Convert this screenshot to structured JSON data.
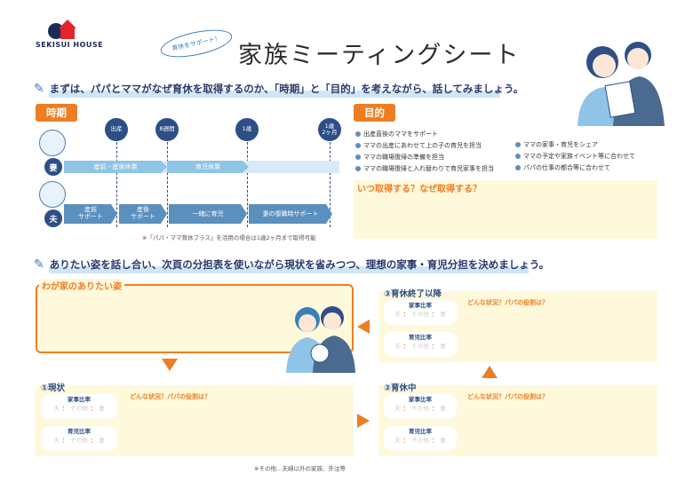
{
  "brand": {
    "name": "SEKISUI HOUSE"
  },
  "header": {
    "bubble": "育休をサポート！",
    "title": "家族ミーティングシート"
  },
  "intro1": "まずは、パパとママがなぜ育休を取得するのか、「時期」と「目的」を考えながら、話してみましょう。",
  "timing": {
    "tag": "時期",
    "milestones": [
      "出産",
      "8週間",
      "1歳",
      "1歳\n2ヶ月"
    ],
    "wife": {
      "label": "妻",
      "bars": [
        "産前・産後休業",
        "育児休業"
      ]
    },
    "husband": {
      "label": "夫",
      "bars": [
        "産前\nサポート",
        "産後\nサポート",
        "一緒に育児",
        "妻の復職時サポート"
      ]
    },
    "note": "※「パパ・ママ育休プラス」を活用の場合は1歳2ヶ月まで取得可能"
  },
  "purpose": {
    "tag": "目的",
    "left": [
      "出産直後のママをサポート",
      "ママの出産にあわせて上の子の育児を担当",
      "ママの職場復帰の準備を担当",
      "ママの職場復帰と入れ替わりで育児家事を担当"
    ],
    "right": [
      "ママの家事・育児をシェア",
      "ママの予定や家族イベント等に合わせて",
      "パパの仕事の都合等に合わせて"
    ],
    "question": "いつ取得する？なぜ取得する？"
  },
  "intro2": "ありたい姿を話し合い、次頁の分担表を使いながら現状を省みつつ、理想の家事・育児分担を決めましょう。",
  "ideal": {
    "label": "わが家のありたい姿"
  },
  "ratio": {
    "housework": "家事比率",
    "childcare": "育児比率",
    "husband": "夫",
    "other": "その他",
    "wife": "妻",
    "colon": "："
  },
  "sections": {
    "current": "①現状",
    "during": "②育休中",
    "after": "③育休終了以降",
    "question": "どんな状況？パパの役割は？"
  },
  "footnote": "※その他…夫婦以外の家族、外注等",
  "colors": {
    "orange": "#ef7d22",
    "navy": "#2d4f86",
    "lightblue": "#8fc4e6",
    "yellow": "#fff9dc"
  }
}
